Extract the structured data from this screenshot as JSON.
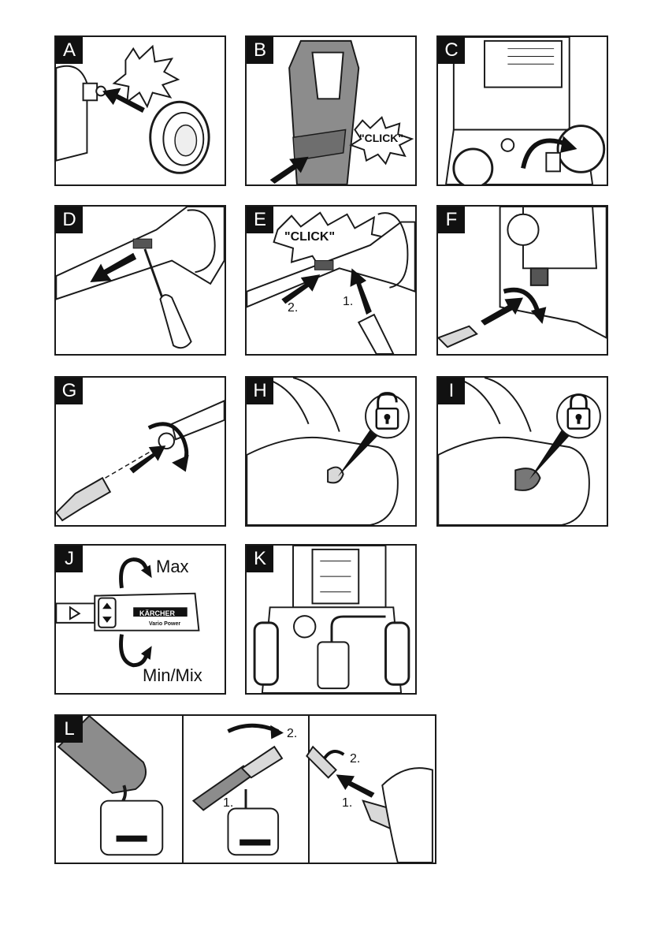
{
  "panels": {
    "a": {
      "label": "A"
    },
    "b": {
      "label": "B",
      "click": "\"CLICK\""
    },
    "c": {
      "label": "C"
    },
    "d": {
      "label": "D"
    },
    "e": {
      "label": "E",
      "click": "\"CLICK\"",
      "step1": "1.",
      "step2": "2."
    },
    "f": {
      "label": "F"
    },
    "g": {
      "label": "G"
    },
    "h": {
      "label": "H"
    },
    "i": {
      "label": "I"
    },
    "j": {
      "label": "J",
      "max": "Max",
      "min": "Min/Mix",
      "brand": "KÄRCHER",
      "sub": "Vario Power"
    },
    "k": {
      "label": "K"
    },
    "l": {
      "label": "L",
      "step1_b": "1.",
      "step2_b": "2.",
      "step1_c": "1.",
      "step2_c": "2."
    }
  },
  "colors": {
    "line": "#1a1a1a",
    "gray": "#8c8c8c",
    "light": "#d9d9d9",
    "dark": "#555555"
  },
  "icons": [
    "impact-burst-icon",
    "arrow-icon",
    "rotate-arrow-icon",
    "lock-open-icon",
    "lock-closed-icon"
  ]
}
